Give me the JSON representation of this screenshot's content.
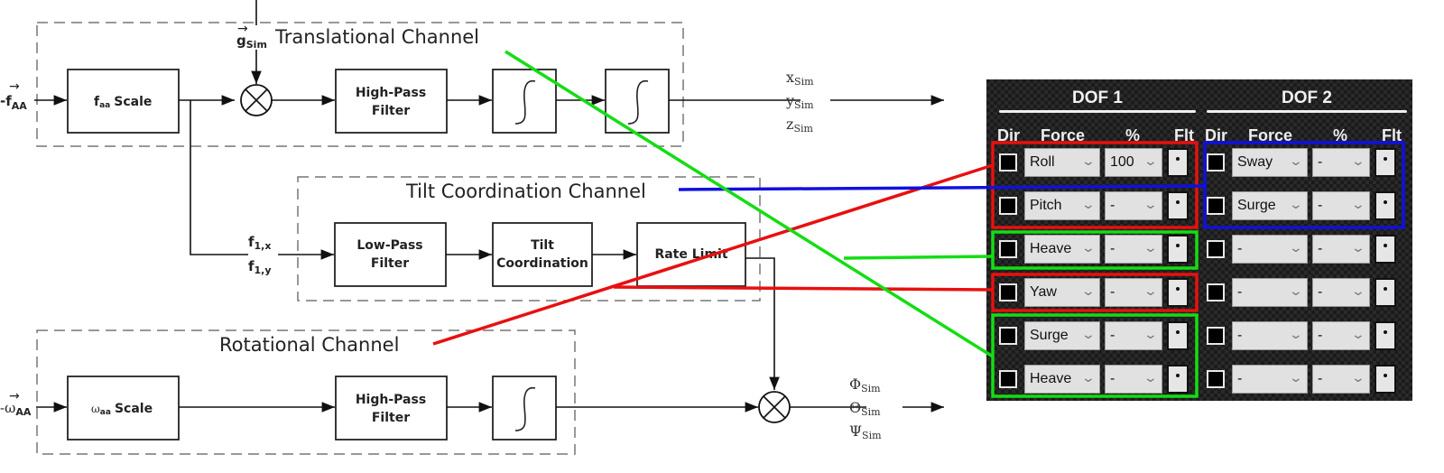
{
  "diagram": {
    "channels": {
      "translational": "Translational Channel",
      "tilt": "Tilt Coordination Channel",
      "rotational": "Rotational Channel"
    },
    "inputs": {
      "specific_force": "-f",
      "specific_force_sub": "AA",
      "angular_velocity": "-ω",
      "angular_velocity_sub": "AA",
      "gravity": "g",
      "gravity_sub": "Sim"
    },
    "blocks": {
      "faa_scale": "Scale",
      "faa_scale_prefix": "f",
      "faa_scale_sub": "aa",
      "waa_scale": "Scale",
      "waa_scale_prefix": "ω",
      "waa_scale_sub": "aa",
      "hp_filter_line1": "High-Pass",
      "hp_filter_line2": "Filter",
      "lp_filter_line1": "Low-Pass",
      "lp_filter_line2": "Filter",
      "tilt_line1": "Tilt",
      "tilt_line2": "Coordination",
      "rate_limit": "Rate Limit",
      "integrator_symbol": "∫"
    },
    "signals": {
      "f1x": "f",
      "f1x_sub": "1,x",
      "f1y": "f",
      "f1y_sub": "1,y",
      "trans_out": [
        {
          "sym": "x",
          "sub": "Sim"
        },
        {
          "sym": "y",
          "sub": "Sim"
        },
        {
          "sym": "z",
          "sub": "Sim"
        }
      ],
      "rot_out": [
        {
          "sym": "Φ",
          "sub": "Sim"
        },
        {
          "sym": "Θ",
          "sub": "Sim"
        },
        {
          "sym": "Ψ",
          "sub": "Sim"
        }
      ]
    },
    "annotation_colors": {
      "rotational": "#e81010",
      "tilt": "#1010e0",
      "translational": "#14dd14"
    }
  },
  "panel": {
    "dof1": {
      "title": "DOF 1",
      "headers": {
        "dir": "Dir",
        "force": "Force",
        "percent": "%",
        "flt": "Flt"
      },
      "rows": [
        {
          "force": "Roll",
          "percent": "100"
        },
        {
          "force": "Pitch",
          "percent": "-"
        },
        {
          "force": "Heave",
          "percent": "-"
        },
        {
          "force": "Yaw",
          "percent": "-"
        },
        {
          "force": "Surge",
          "percent": "-"
        },
        {
          "force": "Heave",
          "percent": "-"
        }
      ]
    },
    "dof2": {
      "title": "DOF 2",
      "headers": {
        "dir": "Dir",
        "force": "Force",
        "percent": "%",
        "flt": "Flt"
      },
      "rows": [
        {
          "force": "Sway",
          "percent": "-"
        },
        {
          "force": "Surge",
          "percent": "-"
        },
        {
          "force": "-",
          "percent": "-"
        },
        {
          "force": "-",
          "percent": "-"
        },
        {
          "force": "-",
          "percent": "-"
        },
        {
          "force": "-",
          "percent": "-"
        }
      ]
    }
  }
}
